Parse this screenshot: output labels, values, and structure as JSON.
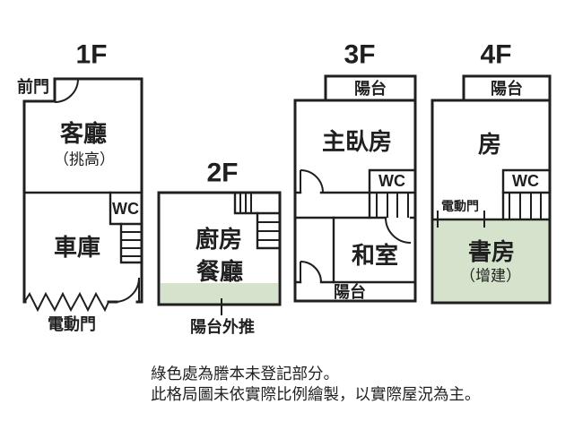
{
  "colors": {
    "wall": "#1f1f1f",
    "text": "#1f1f1f",
    "unregistered_fill": "#d5e3cc",
    "background": "#ffffff"
  },
  "floors": {
    "f1": {
      "label": "1F",
      "front_door": "前門",
      "living_room": "客廳",
      "living_room_note": "（挑高）",
      "wc": "WC",
      "garage": "車庫",
      "electric_door": "電動門"
    },
    "f2": {
      "label": "2F",
      "kitchen": "廚房",
      "dining_room": "餐廳",
      "balcony_pushed_out": "陽台外推"
    },
    "f3": {
      "label": "3F",
      "balcony_top": "陽台",
      "master_bedroom": "主臥房",
      "wc": "WC",
      "tatami_room": "和室",
      "balcony_bottom": "陽台"
    },
    "f4": {
      "label": "4F",
      "balcony_top": "陽台",
      "room": "房",
      "wc": "WC",
      "electric_door": "電動門",
      "study": "書房",
      "study_note": "（增建）"
    }
  },
  "legend": {
    "green_note": "綠色處為謄本未登記部分。",
    "scale_note": "此格局圖未依實際比例繪製，以實際屋況為主。"
  }
}
